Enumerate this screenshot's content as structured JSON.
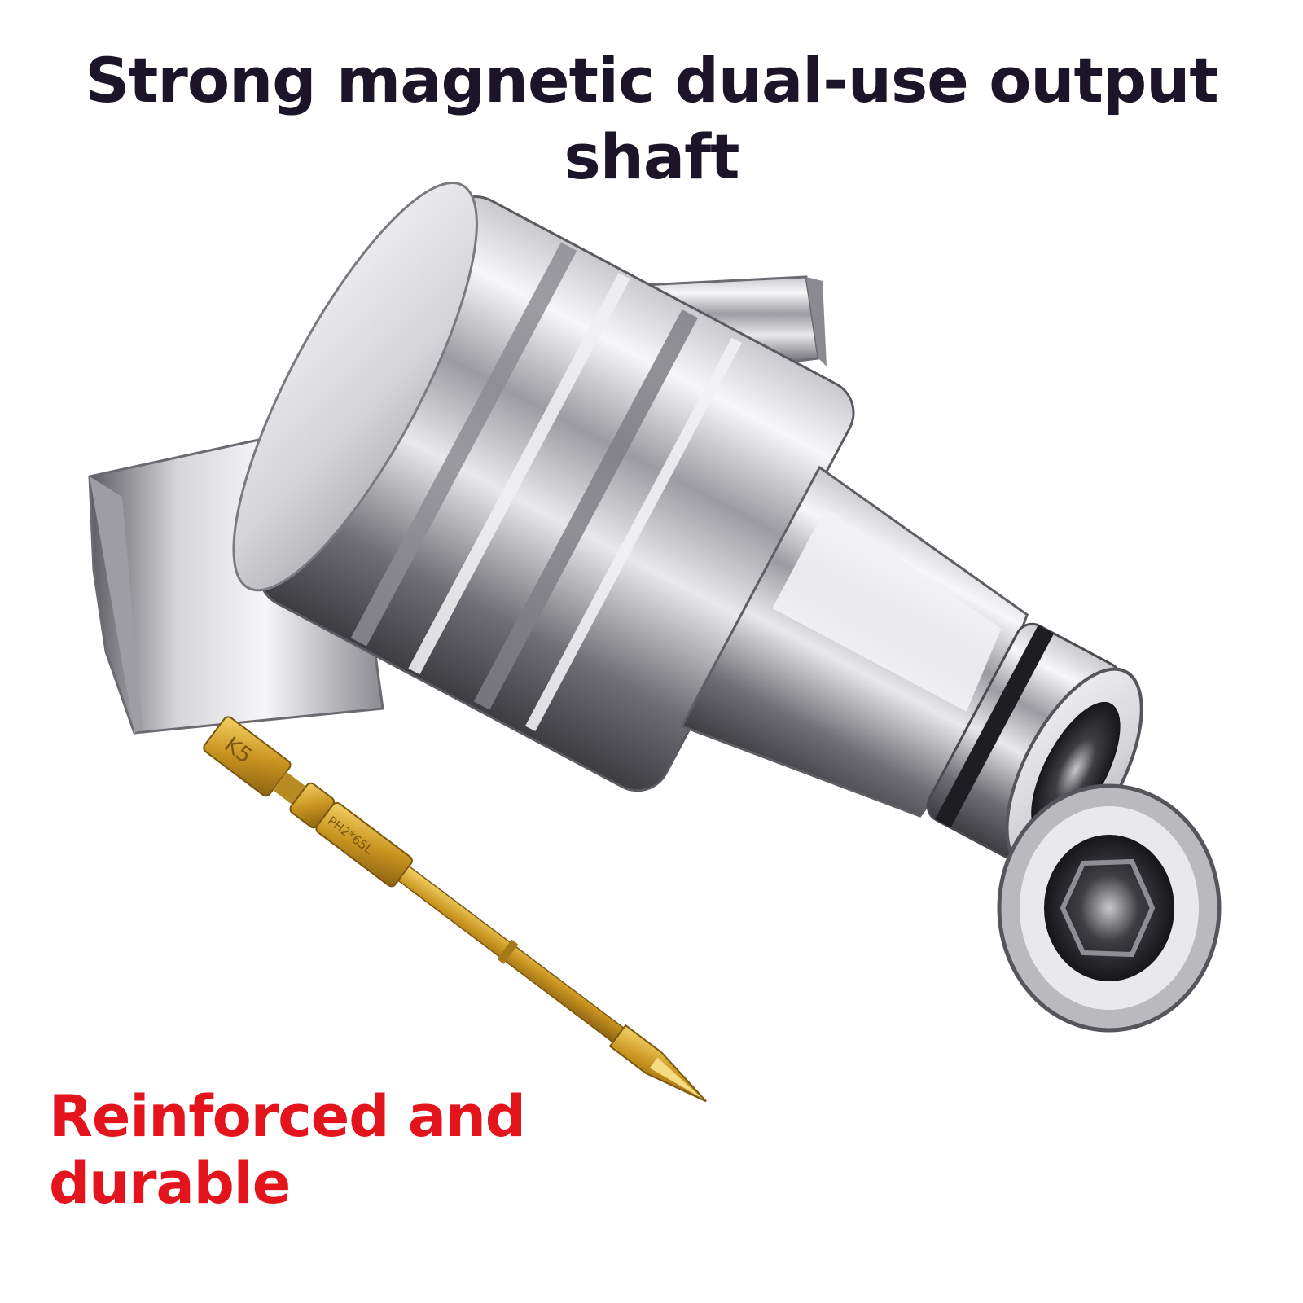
{
  "headline": {
    "line1": "Strong magnetic dual-use output",
    "line2": "shaft"
  },
  "caption": {
    "line1": "Reinforced and",
    "line2": "durable"
  },
  "bit": {
    "marking_top": "K5",
    "marking_shank": "PH2*65L"
  },
  "colors": {
    "headline": "#1c1428",
    "caption": "#e3141b",
    "steel_light": "#f4f4f6",
    "steel_dark": "#3a3a3e",
    "gold": "#d9a92e"
  }
}
